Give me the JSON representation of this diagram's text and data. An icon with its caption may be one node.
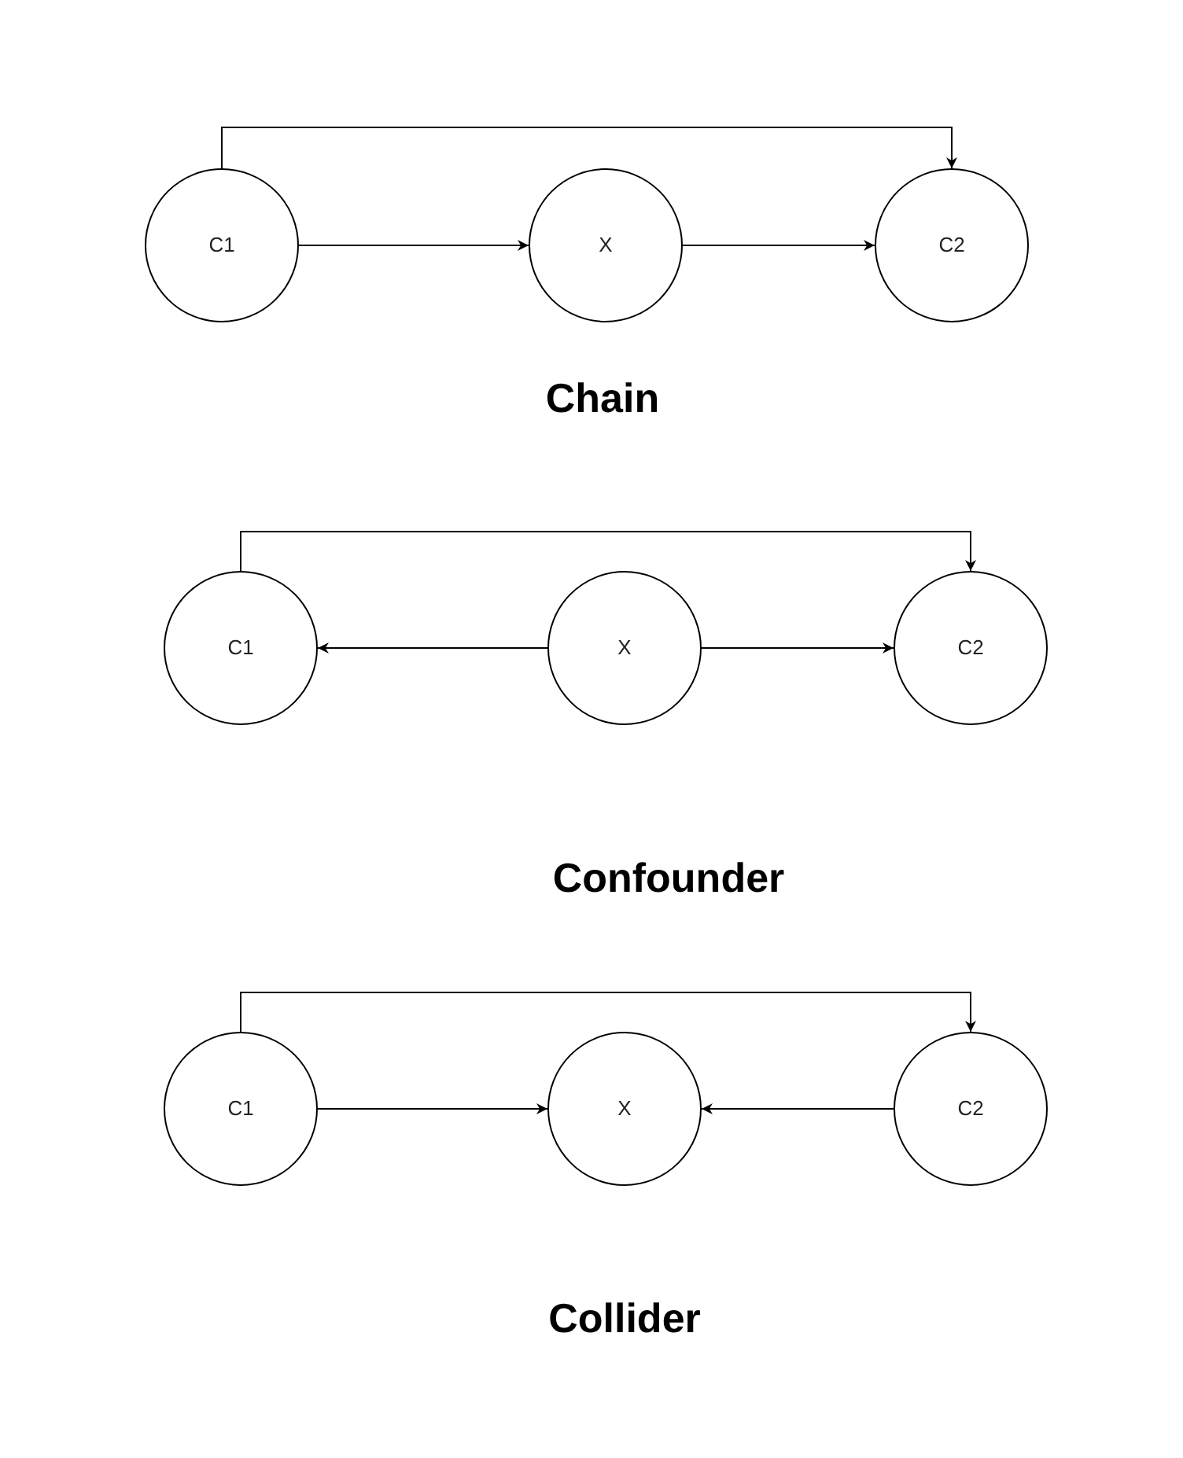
{
  "diagram": {
    "nodes": [
      {
        "text": [
          "C1"
        ]
      },
      {
        "text": [
          "X"
        ]
      },
      {
        "text": [
          "C2"
        ]
      },
      {
        "text": [
          "C1"
        ]
      },
      {
        "text": [
          "X"
        ]
      },
      {
        "text": [
          "C2"
        ]
      },
      {
        "text": [
          "C1"
        ]
      },
      {
        "text": [
          "X"
        ]
      },
      {
        "text": [
          "C2"
        ]
      }
    ],
    "edges": [
      {
        "from": 0,
        "to": 1,
        "arrow": "to"
      },
      {
        "from": 1,
        "to": 2,
        "arrow": "to"
      },
      {
        "from": 0,
        "to": 2,
        "arrow": "to"
      },
      {
        "from": 4,
        "to": 3,
        "arrow": "to"
      },
      {
        "from": 4,
        "to": 5,
        "arrow": "to"
      },
      {
        "from": 3,
        "to": 5,
        "arrow": "to"
      },
      {
        "from": 6,
        "to": 7,
        "arrow": "to"
      },
      {
        "from": 8,
        "to": 7,
        "arrow": "to"
      },
      {
        "from": 6,
        "to": 8,
        "arrow": "to"
      }
    ],
    "labels": [
      "Chain",
      "Confounder",
      "Collider"
    ]
  }
}
